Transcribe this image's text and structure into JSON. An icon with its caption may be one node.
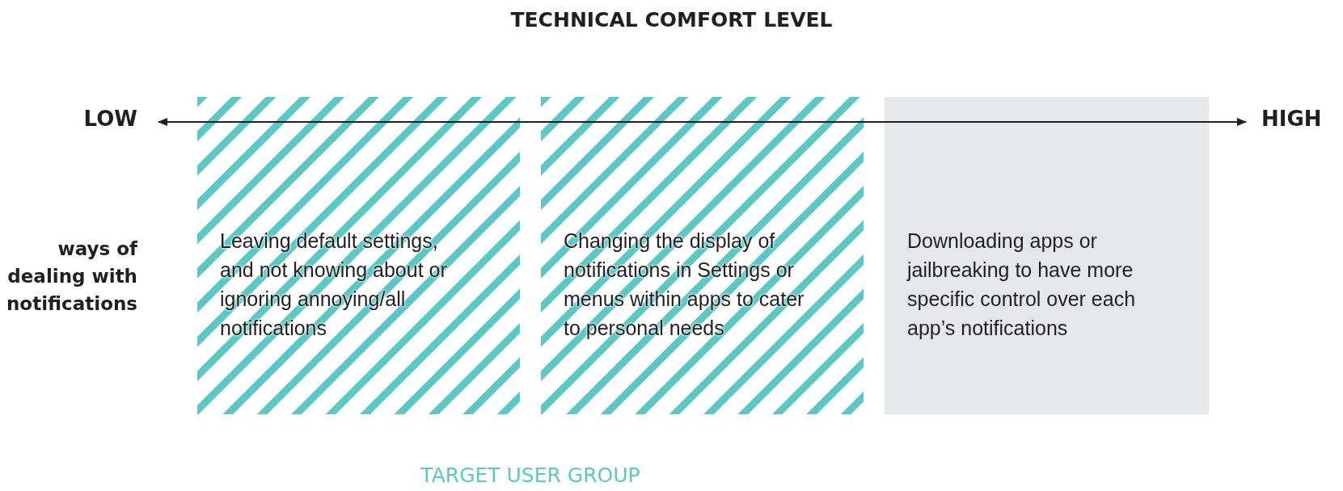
{
  "diagram": {
    "title": "TECHNICAL COMFORT LEVEL",
    "nodes": [
      {
        "text": [
          "Leaving default settings, and not knowing about or ignoring annoying/all notifications"
        ]
      },
      {
        "text": [
          "Changing the display of notifications in Settings or menus within apps to cater to personal needs"
        ]
      },
      {
        "text": [
          "Downloading apps or jailbreaking to have more specific control over each app’s notifications"
        ]
      }
    ],
    "edges": [],
    "labels": [
      "LOW",
      "HIGH",
      "ways of dealing with notifications",
      "TARGET USER GROUP"
    ]
  }
}
